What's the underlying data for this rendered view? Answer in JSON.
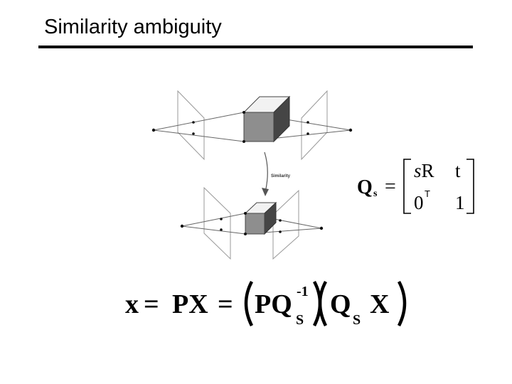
{
  "slide": {
    "title": "Similarity ambiguity",
    "diagram_label": "Similarity"
  },
  "matrix_equation": {
    "lhs": "Q",
    "lhs_sub": "s",
    "equals": "=",
    "m11_italic": "s",
    "m11_rest": "R",
    "m12": "t",
    "m21": "0",
    "m21_sup": "T",
    "m22": "1"
  },
  "main_equation": {
    "x": "x",
    "eq1": "=",
    "PX": "PX",
    "eq2": "=",
    "PQ": "PQ",
    "sup": "-1",
    "sub1": "S",
    "Q": "Q",
    "sub2": "S",
    "X": "X"
  },
  "colors": {
    "cube_front": "#8e8e8e",
    "cube_side": "#454545",
    "cube_top": "#f2f2f2",
    "lines": "#666666"
  }
}
